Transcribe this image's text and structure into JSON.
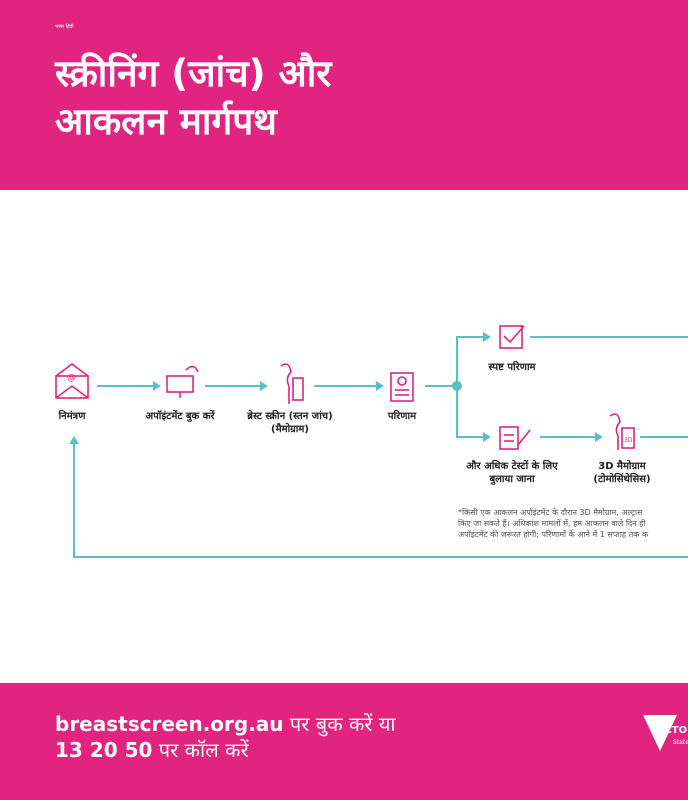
{
  "header": {
    "language": "भाषा हिंदी",
    "title_line1": "स्क्रीनिंग (जांच) और",
    "title_line2": "आकलन मार्गपथ"
  },
  "steps": [
    {
      "label": "निमंत्रण",
      "icon": "envelope-icon"
    },
    {
      "label": "अपॉइंटमेंट बुक करें",
      "icon": "computer-phone-icon"
    },
    {
      "label": "ब्रेस्ट स्क्रीन (स्तन जांच) (मैमोग्राम)",
      "icon": "mammogram-icon"
    },
    {
      "label": "परिणाम",
      "icon": "results-document-icon"
    }
  ],
  "branches": {
    "clear": {
      "label": "स्पष्ट परिणाम",
      "icon": "checkbox-icon"
    },
    "recall": {
      "label": "और अधिक टेस्टों के लिए बुलाया जाना",
      "icon": "clipboard-icon"
    },
    "tomo": {
      "label": "3D मैमोग्राम (टोमोसिंथेसिस)",
      "icon": "3d-mammogram-icon"
    }
  },
  "note": {
    "line1": "*किसी एक आकलन अपॉइंटमेंट के दौरान 3D मैमोग्राम, अल्ट्रास",
    "line2": "किए जा सकते हैं। अधिकांश मामलों में, हम आकलन वाले दिन ही",
    "line3": "अपॉइंटमेंट की जरूरत होगी; परिणामों के आने में 1 सप्ताह तक क"
  },
  "footer": {
    "url": "breastscreen.org.au",
    "line1_rest": " पर बुक करें या",
    "phone": "13 20 50",
    "line2_rest": " पर कॉल करें",
    "logo_text": "VICTORIA State Government"
  },
  "colors": {
    "brand": "#e0247f",
    "teal": "#5bbfc6"
  }
}
